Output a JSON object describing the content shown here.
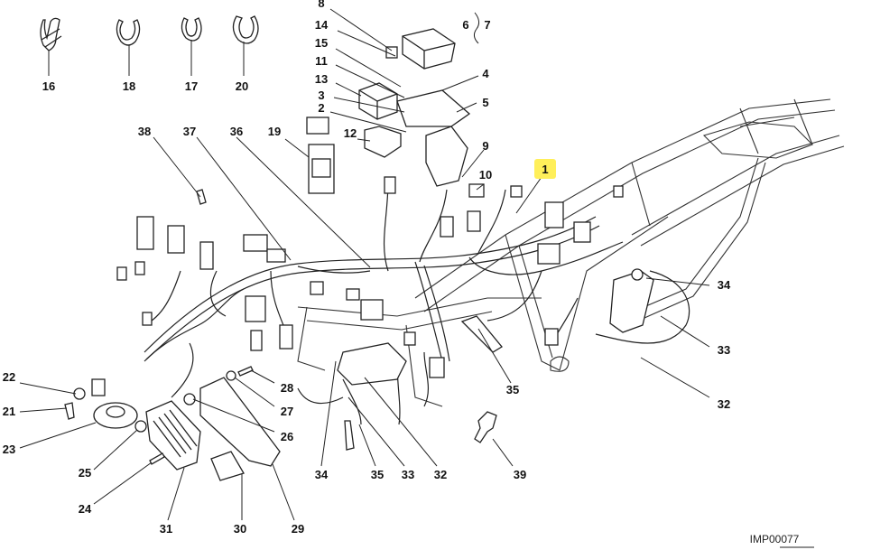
{
  "diagram": {
    "code": "IMP00077",
    "highlight_color": "#ffef5a",
    "callouts": [
      {
        "id": "c8",
        "text": "8"
      },
      {
        "id": "c6",
        "text": "6"
      },
      {
        "id": "c7",
        "text": "7"
      },
      {
        "id": "c14",
        "text": "14"
      },
      {
        "id": "c15",
        "text": "15"
      },
      {
        "id": "c11",
        "text": "11"
      },
      {
        "id": "c4",
        "text": "4"
      },
      {
        "id": "c13",
        "text": "13"
      },
      {
        "id": "c3",
        "text": "3"
      },
      {
        "id": "c5",
        "text": "5"
      },
      {
        "id": "c2",
        "text": "2"
      },
      {
        "id": "c12",
        "text": "12"
      },
      {
        "id": "c9",
        "text": "9"
      },
      {
        "id": "c10",
        "text": "10"
      },
      {
        "id": "c1",
        "text": "1"
      },
      {
        "id": "c16",
        "text": "16"
      },
      {
        "id": "c18",
        "text": "18"
      },
      {
        "id": "c17",
        "text": "17"
      },
      {
        "id": "c20",
        "text": "20"
      },
      {
        "id": "c38",
        "text": "38"
      },
      {
        "id": "c37",
        "text": "37"
      },
      {
        "id": "c36",
        "text": "36"
      },
      {
        "id": "c19",
        "text": "19"
      },
      {
        "id": "c34r",
        "text": "34"
      },
      {
        "id": "c33r",
        "text": "33"
      },
      {
        "id": "c32r",
        "text": "32"
      },
      {
        "id": "c35r",
        "text": "35"
      },
      {
        "id": "c28",
        "text": "28"
      },
      {
        "id": "c27",
        "text": "27"
      },
      {
        "id": "c26",
        "text": "26"
      },
      {
        "id": "c22",
        "text": "22"
      },
      {
        "id": "c21",
        "text": "21"
      },
      {
        "id": "c23",
        "text": "23"
      },
      {
        "id": "c25",
        "text": "25"
      },
      {
        "id": "c24",
        "text": "24"
      },
      {
        "id": "c31",
        "text": "31"
      },
      {
        "id": "c30",
        "text": "30"
      },
      {
        "id": "c29",
        "text": "29"
      },
      {
        "id": "c34b",
        "text": "34"
      },
      {
        "id": "c35b",
        "text": "35"
      },
      {
        "id": "c33b",
        "text": "33"
      },
      {
        "id": "c32b",
        "text": "32"
      },
      {
        "id": "c39",
        "text": "39"
      }
    ]
  }
}
